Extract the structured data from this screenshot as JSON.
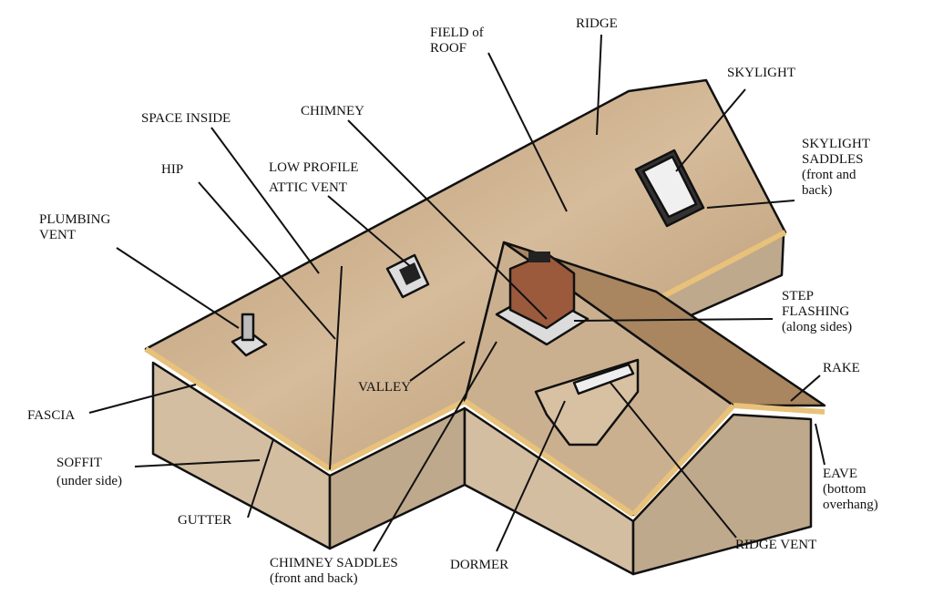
{
  "colors": {
    "roof": "#c2a27f",
    "roof_light": "#d8c1a2",
    "roof_dark": "#a8845e",
    "wall": "#cdb79b",
    "wall_dark": "#b8a38a",
    "fascia": "#e8c27a",
    "chimney": "#9b5a3c",
    "flashing": "#dcdcdc"
  },
  "labels": {
    "field_of_roof": [
      "FIELD of",
      "ROOF"
    ],
    "ridge": "RIDGE",
    "skylight": "SKYLIGHT",
    "skylight_saddles": [
      "SKYLIGHT",
      "SADDLES",
      "(front and",
      "back)"
    ],
    "space_inside": "SPACE INSIDE",
    "chimney": "CHIMNEY",
    "hip": "HIP",
    "low_profile_attic_vent": [
      "LOW PROFILE",
      "ATTIC VENT"
    ],
    "plumbing_vent": [
      "PLUMBING",
      "VENT"
    ],
    "step_flashing": [
      "STEP",
      "FLASHING",
      "(along sides)"
    ],
    "rake": "RAKE",
    "valley": "VALLEY",
    "fascia": "FASCIA",
    "soffit": [
      "SOFFIT",
      "(under side)"
    ],
    "eave": [
      "EAVE",
      "(bottom",
      "overhang)"
    ],
    "gutter": "GUTTER",
    "chimney_saddles": [
      "CHIMNEY SADDLES",
      "(front and back)"
    ],
    "dormer": "DORMER",
    "ridge_vent": "RIDGE VENT"
  }
}
